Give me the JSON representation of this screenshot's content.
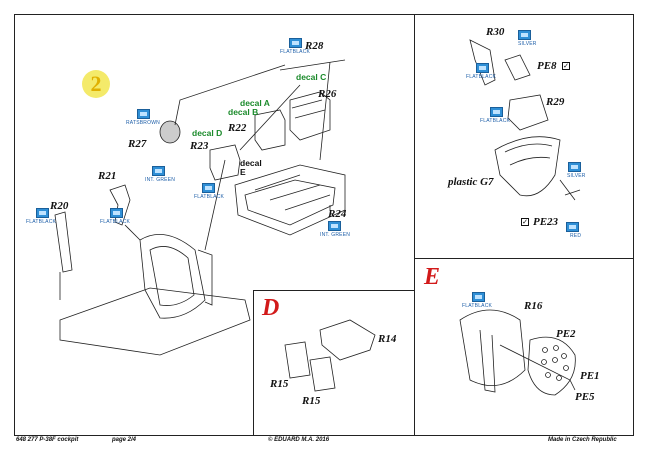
{
  "step_number": "2",
  "sections": {
    "d": "D",
    "e": "E"
  },
  "labels": {
    "r28": "R28",
    "r26": "R26",
    "r22": "R22",
    "r23": "R23",
    "r27": "R27",
    "r21": "R21",
    "r20": "R20",
    "r24": "R24",
    "r30": "R30",
    "pe8": "PE8",
    "r29": "R29",
    "plastic": "plastic G7",
    "pe23": "PE23",
    "r14": "R14",
    "r15a": "R15",
    "r15b": "R15",
    "r16": "R16",
    "pe2": "PE2",
    "pe1": "PE1",
    "pe5": "PE5"
  },
  "decals": {
    "c": "decal C",
    "a": "decal A",
    "b": "decal B",
    "d": "decal D",
    "e_line1": "decal",
    "e_line2": "E"
  },
  "paints": {
    "flatblack": "FLATBLACK",
    "int_green": "INT. GREEN",
    "ratsbrown": "RATSBROWN",
    "silver": "SILVER",
    "red": "RED"
  },
  "checkmark": "✓",
  "footer": {
    "code": "648 277  P-38F cockpit",
    "page": "page 2/4",
    "copyright": "© EDUARD  M.A. 2016",
    "origin": "Made in Czech Republic"
  },
  "colors": {
    "section_letter": "#d21a1a",
    "decal_text": "#1a8a2a",
    "paint_pill": "#2f8fd6",
    "step_badge": "#f4ea6a"
  }
}
